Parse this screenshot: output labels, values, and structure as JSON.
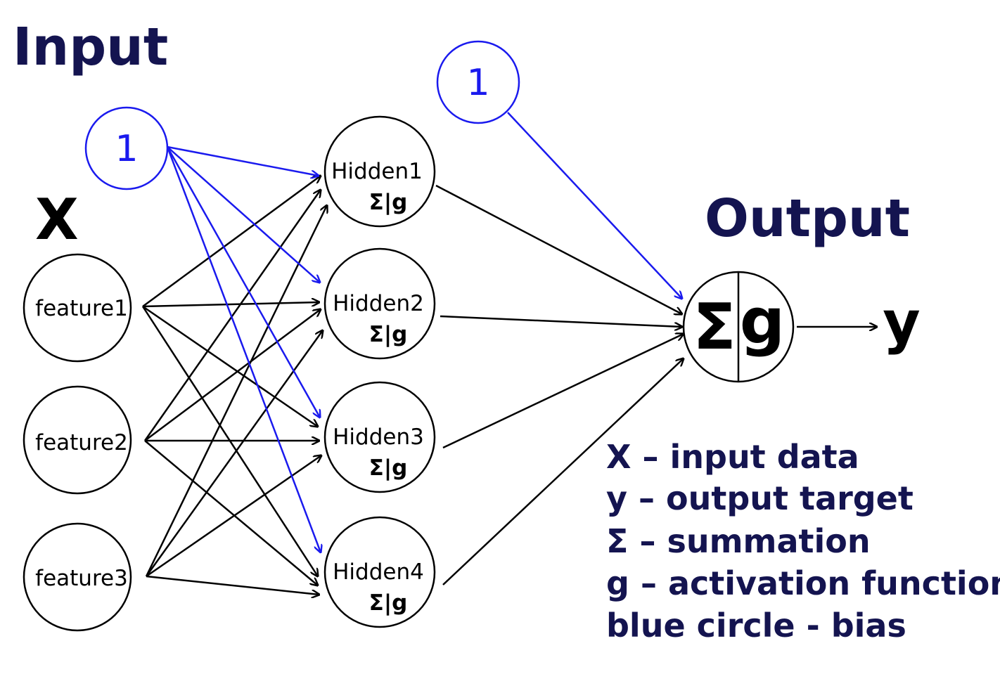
{
  "colors": {
    "edge": "#000000",
    "bias": "#1a1aee",
    "title": "#141450",
    "legend": "#141450"
  },
  "titles": {
    "input": "Input",
    "output": "Output"
  },
  "input_symbol": "X",
  "output_symbol": "y",
  "inputs": [
    {
      "id": "f1",
      "label": "feature1"
    },
    {
      "id": "f2",
      "label": "feature2"
    },
    {
      "id": "f3",
      "label": "feature3"
    }
  ],
  "hidden": [
    {
      "id": "h1",
      "label": "Hidden1",
      "op": "Σ|g"
    },
    {
      "id": "h2",
      "label": "Hidden2",
      "op": "Σ|g"
    },
    {
      "id": "h3",
      "label": "Hidden3",
      "op": "Σ|g"
    },
    {
      "id": "h4",
      "label": "Hidden4",
      "op": "Σ|g"
    }
  ],
  "bias_nodes": [
    {
      "id": "b1",
      "label": "1"
    },
    {
      "id": "b2",
      "label": "1"
    }
  ],
  "output_node": {
    "id": "out",
    "sum_symbol": "Σ",
    "act_symbol": "g"
  },
  "edges_input_hidden": [
    [
      "f1",
      "h1"
    ],
    [
      "f1",
      "h2"
    ],
    [
      "f1",
      "h3"
    ],
    [
      "f1",
      "h4"
    ],
    [
      "f2",
      "h1"
    ],
    [
      "f2",
      "h2"
    ],
    [
      "f2",
      "h3"
    ],
    [
      "f2",
      "h4"
    ],
    [
      "f3",
      "h1"
    ],
    [
      "f3",
      "h2"
    ],
    [
      "f3",
      "h3"
    ],
    [
      "f3",
      "h4"
    ]
  ],
  "edges_bias_hidden": [
    [
      "b1",
      "h1"
    ],
    [
      "b1",
      "h2"
    ],
    [
      "b1",
      "h3"
    ],
    [
      "b1",
      "h4"
    ]
  ],
  "edges_hidden_output": [
    [
      "h1",
      "out"
    ],
    [
      "h2",
      "out"
    ],
    [
      "h3",
      "out"
    ],
    [
      "h4",
      "out"
    ]
  ],
  "edges_bias_output": [
    [
      "b2",
      "out"
    ]
  ],
  "legend": [
    "X – input data",
    "y – output target",
    "Σ – summation",
    "g – activation function",
    "blue circle - bias"
  ]
}
